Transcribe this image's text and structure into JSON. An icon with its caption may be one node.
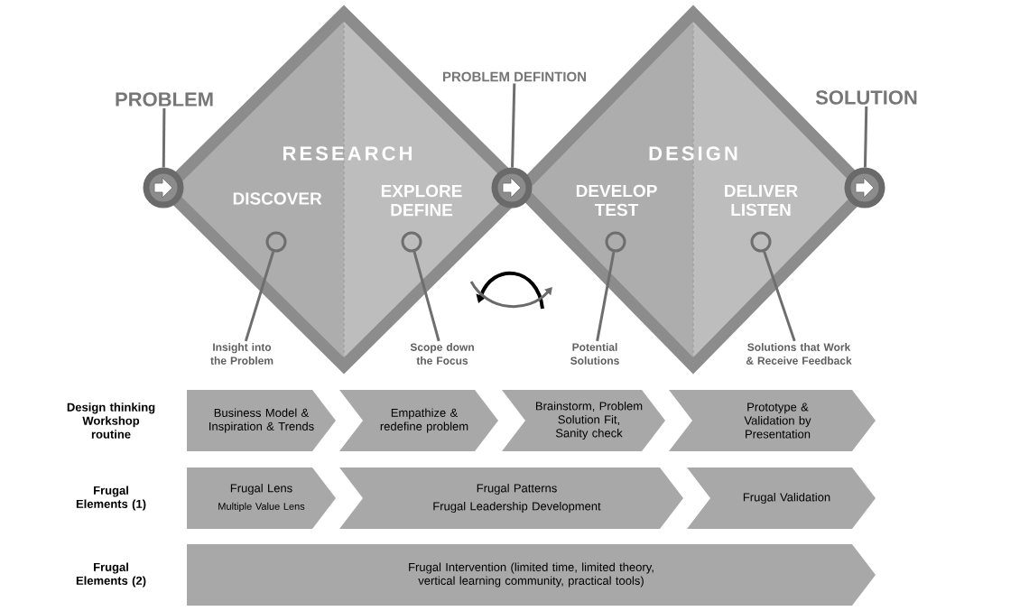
{
  "diagram": {
    "nodes": [
      {
        "text": [
          "PROBLEM"
        ]
      },
      {
        "text": [
          "RESEARCH",
          "DISCOVER",
          "EXPLORE DEFINE"
        ]
      },
      {
        "text": [
          "PROBLEM DEFINTION"
        ]
      },
      {
        "text": [
          "SOLUTION"
        ]
      },
      {
        "text": [
          "DESIGN",
          "DEVELOP TEST",
          "DELIVER LISTEN"
        ]
      },
      {
        "text": [],
        "shape": "circle"
      },
      {
        "text": [],
        "shape": "circle"
      },
      {
        "text": [],
        "shape": "circle"
      },
      {
        "text": [],
        "shape": "circle",
        "in": 1
      },
      {
        "text": [],
        "shape": "circle",
        "in": 1
      },
      {
        "text": [],
        "shape": "circle",
        "in": 4
      },
      {
        "text": [],
        "shape": "circle",
        "in": 4
      },
      {
        "text": [
          "Insight into the Problem"
        ]
      },
      {
        "text": [
          "Scope down the Focus"
        ]
      },
      {
        "text": [
          "Potential Solutions"
        ]
      },
      {
        "text": [
          "Solutions that Work & Receive Feedback"
        ]
      },
      {
        "text": [
          "Business Model & Inspiration & Trends"
        ]
      },
      {
        "text": [
          "Empathize & redefine problem"
        ]
      },
      {
        "text": [
          "Brainstorm, Problem Solution Fit, Sanity check"
        ]
      },
      {
        "text": [
          "Prototype & Validation by Presentation"
        ]
      },
      {
        "text": [
          "Frugal Lens",
          "Multiple Value Lens"
        ]
      },
      {
        "text": [
          "Frugal Patterns",
          "Frugal Leadership Development"
        ]
      },
      {
        "text": [
          "Frugal Validation"
        ]
      },
      {
        "text": [
          "Frugal Intervention (limited time, limited theory, vertical learning community, practical tools)"
        ]
      }
    ],
    "edges": [
      {
        "from": 0,
        "to": 5,
        "arrow": "none"
      },
      {
        "from": 2,
        "to": 6,
        "arrow": "none"
      },
      {
        "from": 3,
        "to": 7,
        "arrow": "none"
      },
      {
        "from": 12,
        "to": 8,
        "arrow": "none"
      },
      {
        "from": 13,
        "to": 9,
        "arrow": "none"
      },
      {
        "from": 14,
        "to": 10,
        "arrow": "none"
      },
      {
        "from": 15,
        "to": 11,
        "arrow": "none"
      }
    ],
    "labels": [
      "Design thinking Workshop routine",
      "Frugal Elements (1)",
      "Frugal Elements (2)"
    ]
  }
}
